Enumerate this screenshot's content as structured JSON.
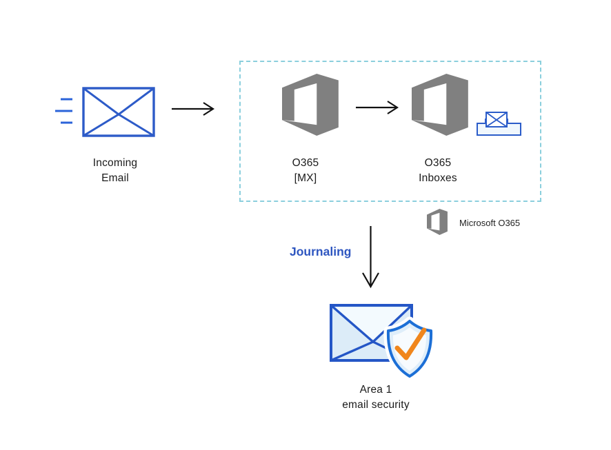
{
  "diagram": {
    "title": "Email flow diagram: Incoming Email to O365 to Area 1 email security via journaling",
    "nodes": {
      "incoming_email": {
        "line1": "Incoming",
        "line2": "Email",
        "icon": "incoming-email-icon"
      },
      "o365_mx": {
        "line1": "O365",
        "line2": "[MX]",
        "icon": "o365-icon"
      },
      "o365_inboxes": {
        "line1": "O365",
        "line2": "Inboxes",
        "icon": "o365-icon, inbox-tray-icon"
      },
      "area1": {
        "line1": "Area 1",
        "line2": "email security",
        "icon": "email-shield-check-icon"
      }
    },
    "flow": {
      "journaling_label": "Journaling"
    },
    "legend": {
      "label": "Microsoft O365",
      "icon": "o365-icon"
    },
    "colors": {
      "envelope_blue": "#2d5bc8",
      "shield_blue": "#1c6fd6",
      "o365_gray": "#808080",
      "dashed_border_cyan": "#8bcfdd",
      "journaling_text_blue": "#2e56c0",
      "check_orange": "#f0861c",
      "arrow_black": "#111111",
      "label_black": "#1a1a1a"
    }
  }
}
